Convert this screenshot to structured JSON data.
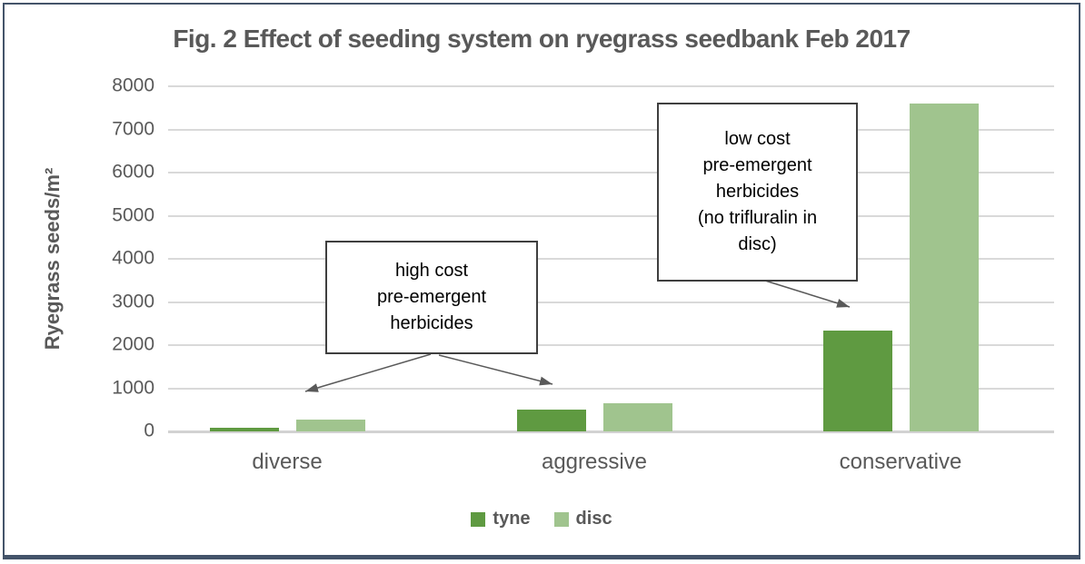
{
  "chart_data": {
    "type": "bar",
    "title": "Fig. 2 Effect of seeding system on ryegrass seedbank Feb 2017",
    "ylabel": "Ryegrass seeds/m²",
    "xlabel": "",
    "categories": [
      "diverse",
      "aggressive",
      "conservative"
    ],
    "series": [
      {
        "name": "tyne",
        "color": "#5f9a41",
        "values": [
          80,
          500,
          2340
        ]
      },
      {
        "name": "disc",
        "color": "#a0c48e",
        "values": [
          280,
          650,
          7600
        ]
      }
    ],
    "ylim": [
      0,
      8000
    ],
    "yticks": [
      0,
      1000,
      2000,
      3000,
      4000,
      5000,
      6000,
      7000,
      8000
    ],
    "grid": true,
    "legend_position": "bottom",
    "annotations": [
      {
        "id": "high-cost",
        "lines": [
          "high cost",
          "pre-emergent",
          "herbicides"
        ],
        "points_to": [
          "diverse bars",
          "aggressive bars"
        ]
      },
      {
        "id": "low-cost",
        "lines": [
          "low cost",
          "pre-emergent",
          "herbicides",
          "(no trifluralin in",
          "disc)"
        ],
        "points_to": [
          "conservative tyne bar"
        ]
      }
    ]
  },
  "colors": {
    "figure_border": "#44546a",
    "axis_text": "#595959",
    "gridline": "#d9d9d9",
    "annotation_border": "#3f3f3f",
    "annotation_text": "#000000",
    "arrow": "#595959"
  }
}
